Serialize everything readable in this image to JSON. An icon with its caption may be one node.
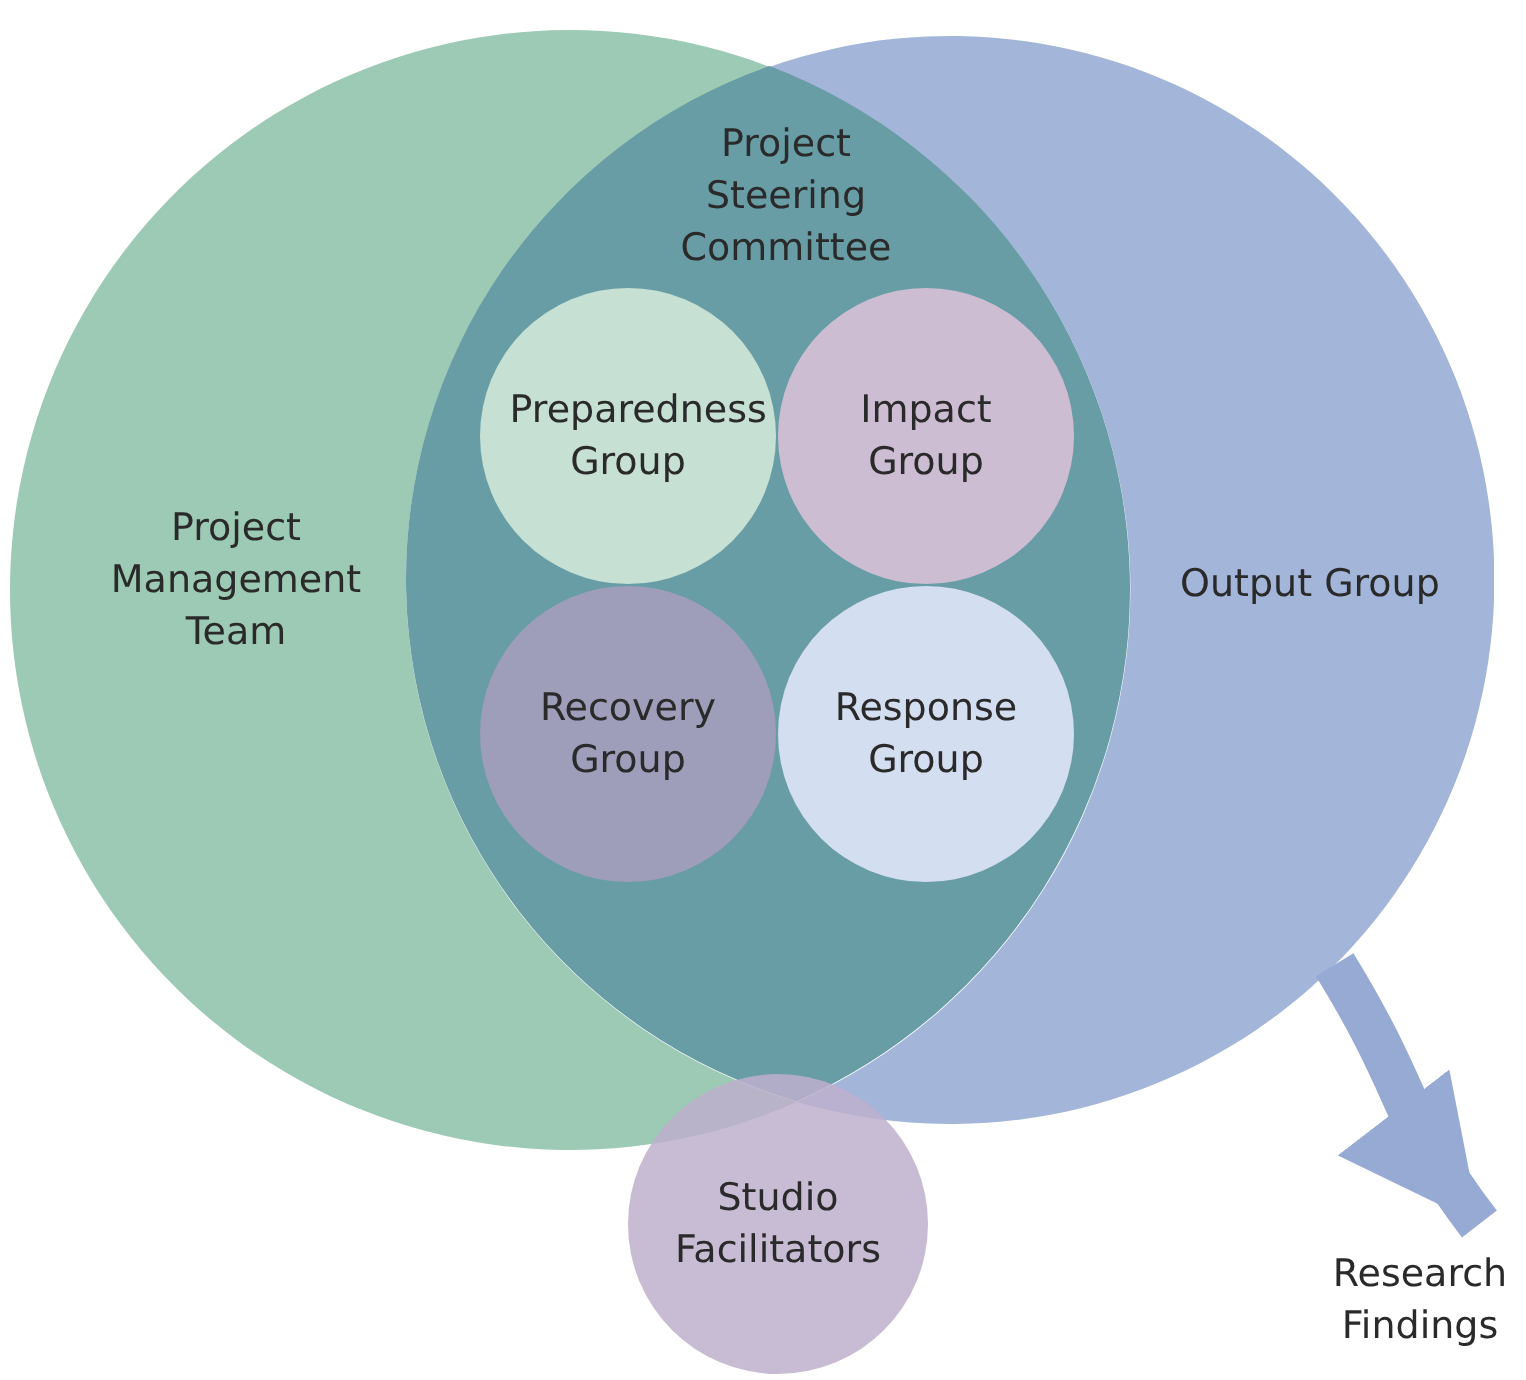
{
  "diagram": {
    "nodes": [
      {
        "text": [
          "Project Management Team"
        ]
      },
      {
        "text": [
          "Output Group"
        ]
      },
      {
        "text": [
          "Project Steering Committee"
        ]
      },
      {
        "text": [
          "Preparedness Group"
        ],
        "in": 2
      },
      {
        "text": [
          "Impact Group"
        ],
        "in": 2
      },
      {
        "text": [
          "Recovery Group"
        ],
        "in": 2
      },
      {
        "text": [
          "Response Group"
        ],
        "in": 2
      },
      {
        "text": [
          "Studio Facilitators"
        ]
      },
      {
        "text": [
          "Research Findings"
        ]
      }
    ],
    "edges": [
      {
        "from": 1,
        "to": 8,
        "arrow": "to"
      }
    ]
  }
}
